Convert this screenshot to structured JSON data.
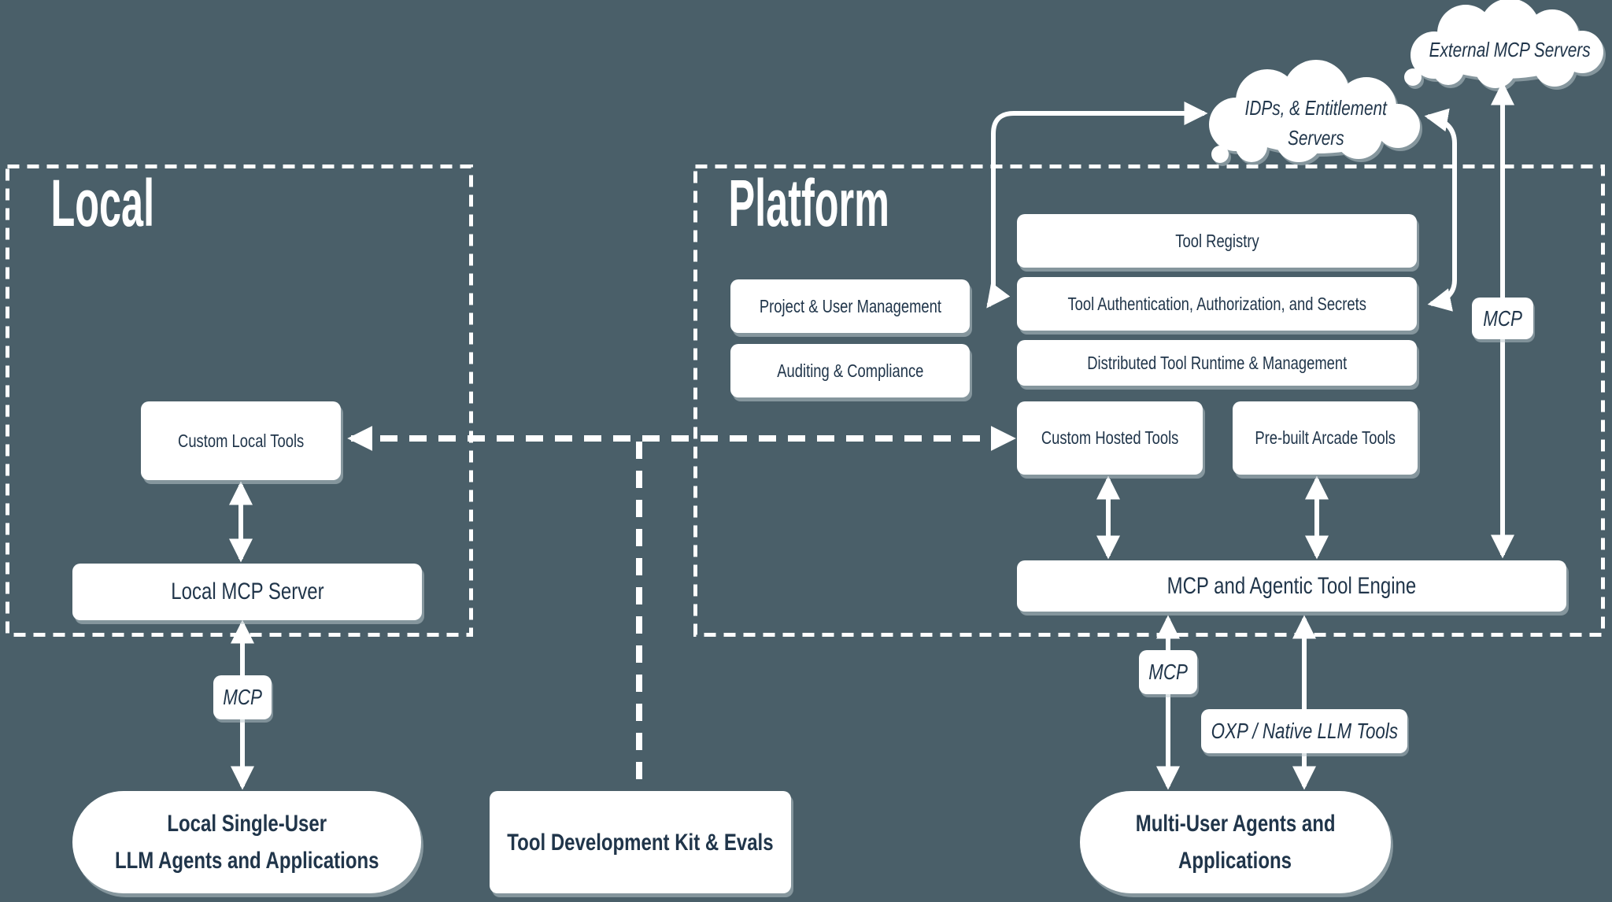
{
  "colors": {
    "background": "#4a5f69",
    "node_fill": "#ffffff",
    "text": "#20354a",
    "line": "#ffffff"
  },
  "local": {
    "title": "Local",
    "custom_local_tools": "Custom Local Tools",
    "local_mcp_server": "Local MCP Server",
    "mcp_label": "MCP",
    "pill_line1": "Local Single-User",
    "pill_line2": "LLM Agents and Applications"
  },
  "platform": {
    "title": "Platform",
    "project_user_management": "Project & User Management",
    "auditing_compliance": "Auditing & Compliance",
    "tool_registry": "Tool Registry",
    "tool_authentication": "Tool Authentication, Authorization, and Secrets",
    "distributed_runtime": "Distributed Tool Runtime & Management",
    "custom_hosted_tools": "Custom Hosted Tools",
    "prebuilt_arcade_tools": "Pre-built Arcade Tools",
    "tool_engine": "MCP and Agentic Tool Engine",
    "mcp_external_label": "MCP",
    "mcp_agents_label": "MCP",
    "oxp_label": "OXP / Native LLM Tools",
    "pill_line1": "Multi-User Agents and",
    "pill_line2": "Applications"
  },
  "shared": {
    "tool_dev_kit": "Tool Development Kit & Evals"
  },
  "clouds": {
    "idps_line1": "IDPs, & Entitlement",
    "idps_line2": "Servers",
    "external": "External MCP Servers"
  }
}
